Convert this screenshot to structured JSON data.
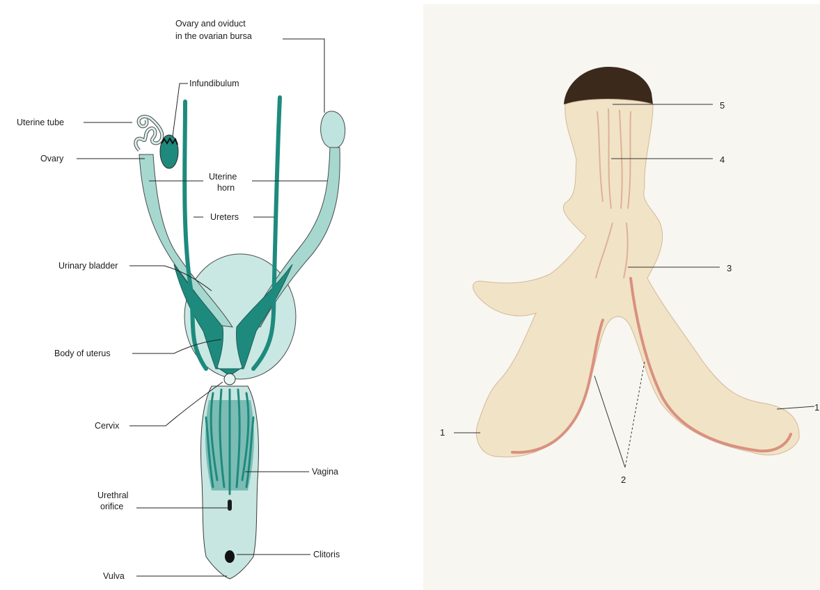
{
  "diagram": {
    "labels": {
      "ovary_oviduct_line1": "Ovary and oviduct",
      "ovary_oviduct_line2": "in the ovarian bursa",
      "infundibulum": "Infundibulum",
      "uterine_tube": "Uterine tube",
      "ovary": "Ovary",
      "uterine_horn_line1": "Uterine",
      "uterine_horn_line2": "horn",
      "ureters": "Ureters",
      "urinary_bladder": "Urinary bladder",
      "body_of_uterus": "Body of uterus",
      "cervix": "Cervix",
      "vagina": "Vagina",
      "urethral_orifice_line1": "Urethral",
      "urethral_orifice_line2": "orifice",
      "clitoris": "Clitoris",
      "vulva": "Vulva"
    },
    "colors": {
      "teal": "#1e8a7e",
      "teal_light": "#bfe3de",
      "teal_mid": "#7cc6bb",
      "outline": "#2b2b2b"
    }
  },
  "photo": {
    "labels": {
      "n1_left": "1",
      "n1_right": "1",
      "n2": "2",
      "n3": "3",
      "n4": "4",
      "n5": "5"
    },
    "colors": {
      "tissue": "#f1e3c6",
      "tissue_edge": "#c98a6e",
      "pink_rim": "#d9917f",
      "dark_top": "#3b2a1c",
      "background": "#f7f6f1"
    }
  }
}
